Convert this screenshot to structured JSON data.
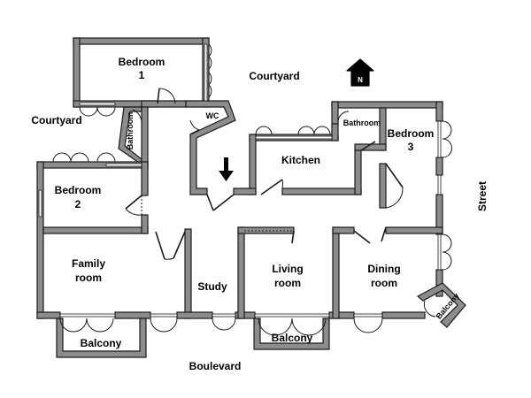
{
  "rooms": {
    "bedroom1_line1": "Bedroom",
    "bedroom1_line2": "1",
    "bedroom2_line1": "Bedroom",
    "bedroom2_line2": "2",
    "bedroom3_line1": "Bedroom",
    "bedroom3_line2": "3",
    "wc": "WC",
    "bathroom_left": "Bathroom",
    "bathroom_right": "Bathroom",
    "kitchen": "Kitchen",
    "family_line1": "Family",
    "family_line2": "room",
    "study": "Study",
    "living_line1": "Living",
    "living_line2": "room",
    "dining_line1": "Dining",
    "dining_line2": "room",
    "balcony_left": "Balcony",
    "balcony_middle": "Balcony",
    "balcony_right": "Balcony"
  },
  "surroundings": {
    "courtyard_top": "Courtyard",
    "courtyard_left": "Courtyard",
    "street": "Street",
    "boulevard": "Boulevard"
  },
  "compass": {
    "label": "N",
    "icon": "north-arrow-icon"
  }
}
